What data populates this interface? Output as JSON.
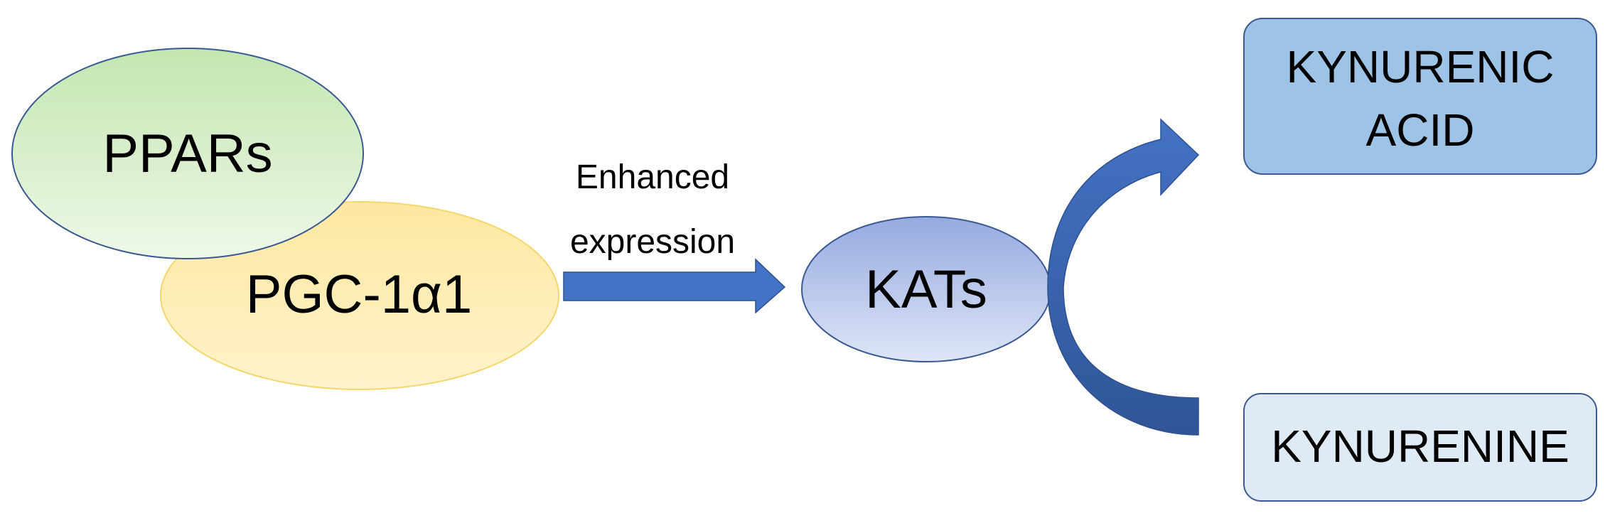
{
  "nodes": {
    "ppars": {
      "label": "PPARs"
    },
    "pgc": {
      "label": "PGC-1α1"
    },
    "kats": {
      "label": "KATs"
    },
    "kynurenic_acid": {
      "line1": "KYNURENIC",
      "line2": "ACID"
    },
    "kynurenine": {
      "label": "KYNURENINE"
    }
  },
  "edges": {
    "expression_arrow": {
      "line1": "Enhanced",
      "line2": "expression"
    }
  },
  "colors": {
    "arrow_blue": "#4472c4",
    "ppars_fill": "#c6e7b4",
    "pgc_fill": "#fde9a0",
    "kats_fill": "#9fb2e3",
    "kynurenic_fill": "#9dc3e6",
    "kynurenine_fill": "#deebf7"
  }
}
